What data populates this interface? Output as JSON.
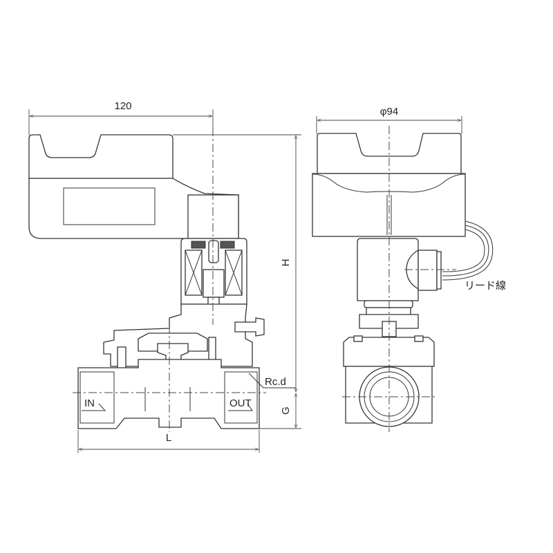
{
  "drawing": {
    "front_view": {
      "width_dimension": "120",
      "height_dimension": "H",
      "length_dimension": "L",
      "port_height_dimension": "G",
      "thread_label": "Rc.d",
      "inlet_label": "IN",
      "outlet_label": "OUT"
    },
    "side_view": {
      "diameter_dimension": "φ94",
      "lead_wire_label": "リード線"
    }
  }
}
